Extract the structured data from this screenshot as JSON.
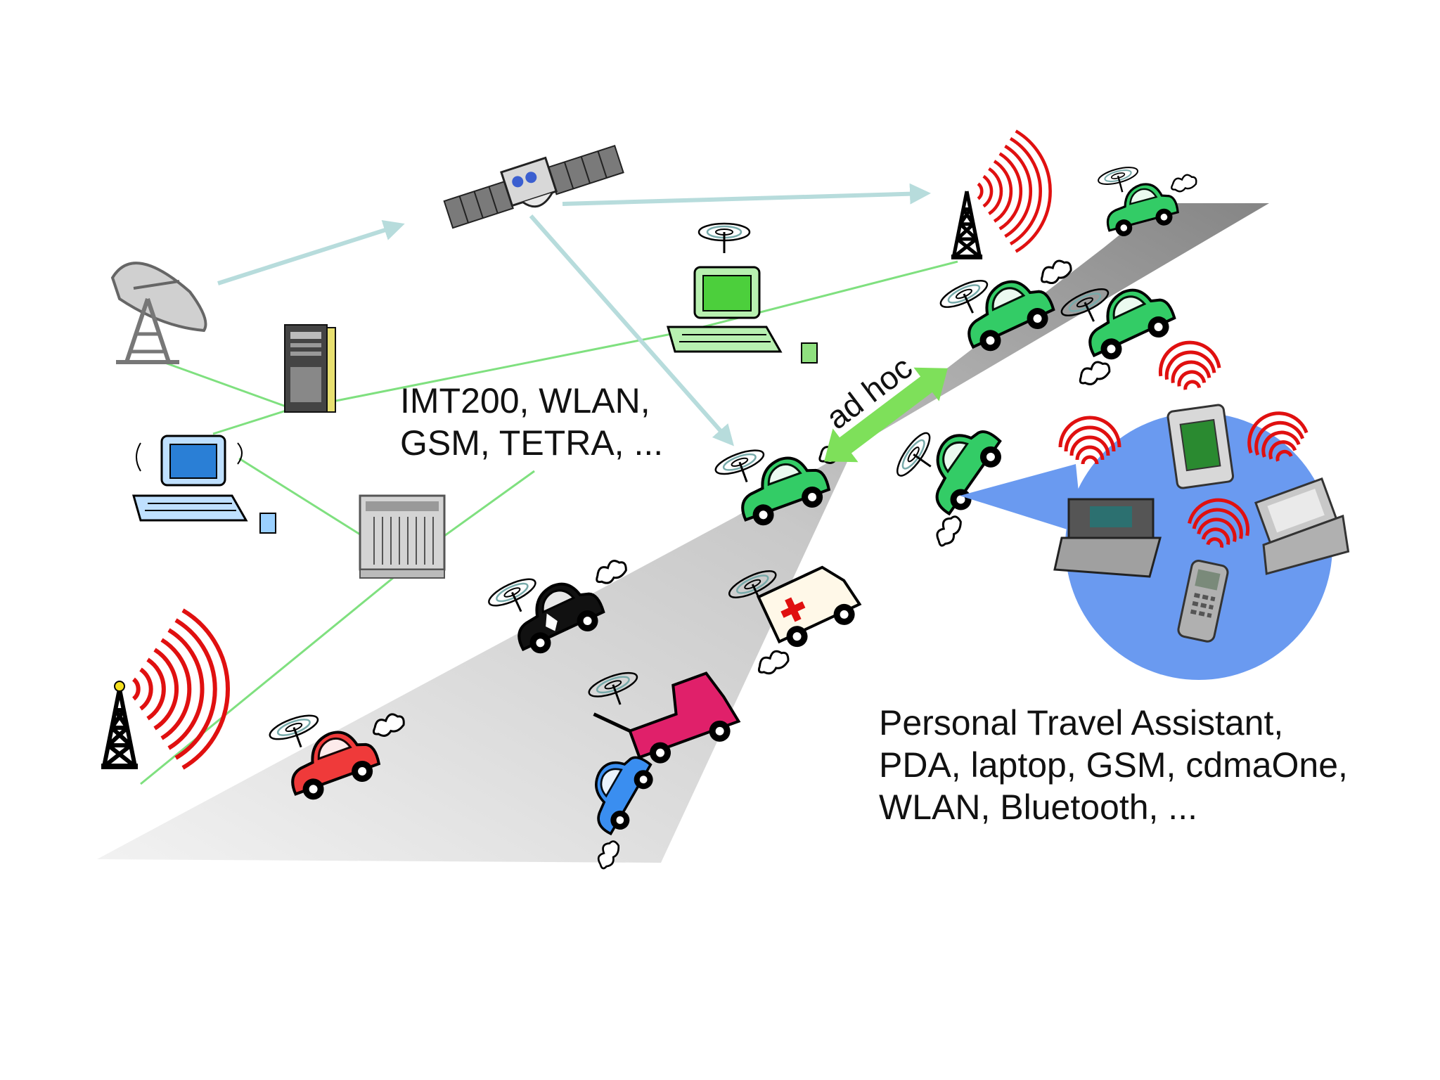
{
  "network_label": {
    "line1": "IMT200, WLAN,",
    "line2": "GSM, TETRA, ..."
  },
  "devices_label": {
    "line1": "Personal Travel Assistant,",
    "line2": "PDA, laptop, GSM, cdmaOne,",
    "line3": "WLAN, Bluetooth, ..."
  },
  "adhoc_label": "ad hoc",
  "colors": {
    "wired_link": "#7fe07f",
    "satellite_link": "#b7dcdc",
    "radio_wave": "#e01010",
    "bubble": "#6a9af0",
    "road_dark": "#8a8a8a",
    "road_light": "#f0f0f0",
    "adhoc_arrow": "#7ee05a"
  },
  "icons": [
    "satellite-dish-icon",
    "satellite-icon",
    "server-icon",
    "desktop-computer-icon",
    "rack-server-icon",
    "radio-tower-icon",
    "car-icon",
    "police-car-icon",
    "ambulance-icon",
    "tow-truck-icon",
    "pda-icon",
    "laptop-icon",
    "mobile-phone-icon"
  ]
}
